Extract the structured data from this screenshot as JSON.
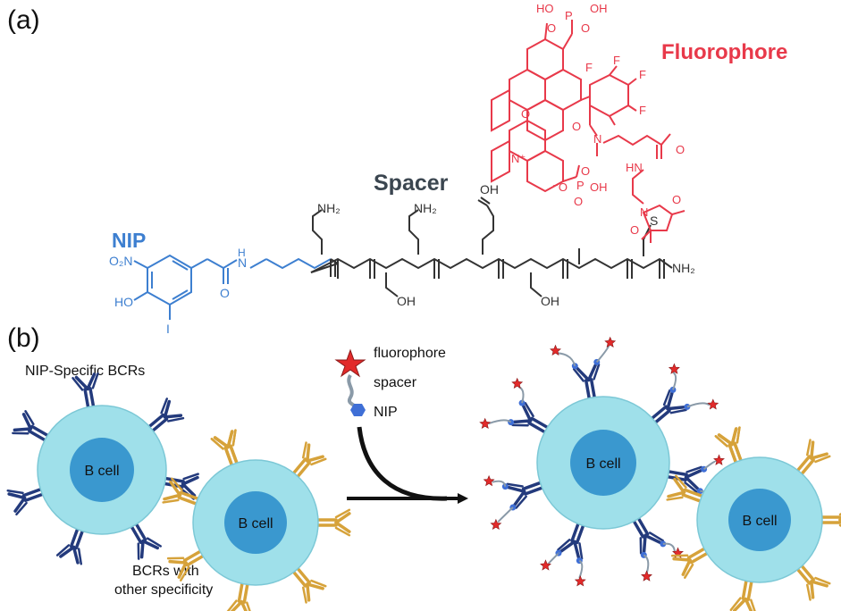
{
  "panel_a": {
    "label": "(a)",
    "nip_label": "NIP",
    "spacer_label": "Spacer",
    "fluorophore_label": "Fluorophore",
    "atoms": {
      "no2": "O₂N",
      "ho": "HO",
      "iodine": "I",
      "nh_amide1": "N",
      "h_amide1": "H",
      "nh2_lys1": "NH₂",
      "nh2_lys2": "NH₂",
      "oh_acid": "OH",
      "oh_ser1": "OH",
      "oh_ser2": "OH",
      "c_term_nh2": "NH₂",
      "s": "S",
      "maleimide_n": "N",
      "o_mal1": "O",
      "o_mal2": "O",
      "ho_p1": "HO",
      "oh_p1": "OH",
      "p1": "P",
      "o_p1a": "O",
      "o_p1b": "O",
      "f1": "F",
      "f2": "F",
      "f3": "F",
      "f4": "F",
      "n_plus": "N⁺",
      "o_ring": "O",
      "o_amide_f": "O",
      "n_methyl": "N",
      "hn_f": "HN",
      "o_carbonyl_f": "O",
      "p2": "P",
      "o_minus": "⁻O",
      "oh_p2": "OH",
      "o_p2a": "O",
      "o_p2b": "O"
    },
    "colors": {
      "nip": "#3d7fd0",
      "spacer": "#333333",
      "fluorophore": "#e8394a",
      "spacer_label": "#3b4650"
    }
  },
  "panel_b": {
    "label": "(b)",
    "nip_specific_bcrs": "NIP-Specific BCRs",
    "bcrs_other_line1": "BCRs with",
    "bcrs_other_line2": "other specificity",
    "cell_label": "B cell",
    "legend": {
      "fluorophore": "fluorophore",
      "spacer": "spacer",
      "nip": "NIP"
    },
    "colors": {
      "cell_outer": "#9fe0ea",
      "cell_inner": "#3a98cf",
      "nip_bcr": "#233a7c",
      "other_bcr": "#d6a23a",
      "star": "#e22a2a",
      "nip_probe": "#3f6fd6",
      "spacer_line": "#8a9aa8"
    }
  }
}
